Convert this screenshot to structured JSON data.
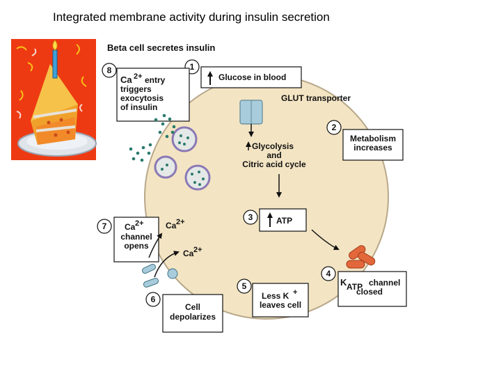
{
  "title": "Integrated membrane activity during insulin secretion",
  "diagram": {
    "heading": "Beta cell secretes insulin",
    "colors": {
      "cell_fill": "#f3e4c3",
      "cell_stroke": "#b8a88a",
      "vesicle_stroke": "#8b78b5",
      "vesicle_fill": "#e4e8e6",
      "granule": "#2a7a6c",
      "channel": "#a8ccdc",
      "katp": "#e2673a"
    },
    "steps": [
      {
        "num": "1",
        "lines": [
          "Glucose in blood"
        ],
        "arrow_up": true
      },
      {
        "num": "2",
        "lines": [
          "Metabolism",
          "increases"
        ]
      },
      {
        "num": "3",
        "lines": [
          "ATP"
        ],
        "arrow_up": true
      },
      {
        "num": "4",
        "lines": [
          "K",
          "ATP",
          "channel",
          "closed"
        ]
      },
      {
        "num": "5",
        "lines": [
          "Less K",
          "+",
          "leaves cell"
        ]
      },
      {
        "num": "6",
        "lines": [
          "Cell",
          "depolarizes"
        ]
      },
      {
        "num": "7",
        "lines": [
          "Ca",
          "2+",
          "channel",
          "opens"
        ]
      },
      {
        "num": "8",
        "lines": [
          "Ca",
          "2+",
          " entry",
          "triggers",
          "exocytosis",
          "of insulin"
        ]
      }
    ],
    "labels": {
      "glut": "GLUT transporter",
      "glycolysis": [
        "Glycolysis",
        "and",
        "Citric acid cycle"
      ],
      "ca_outside": [
        "Ca",
        "2+"
      ],
      "ca_inside": [
        "Ca",
        "2+"
      ]
    },
    "clipart": "birthday-cake-icon"
  }
}
